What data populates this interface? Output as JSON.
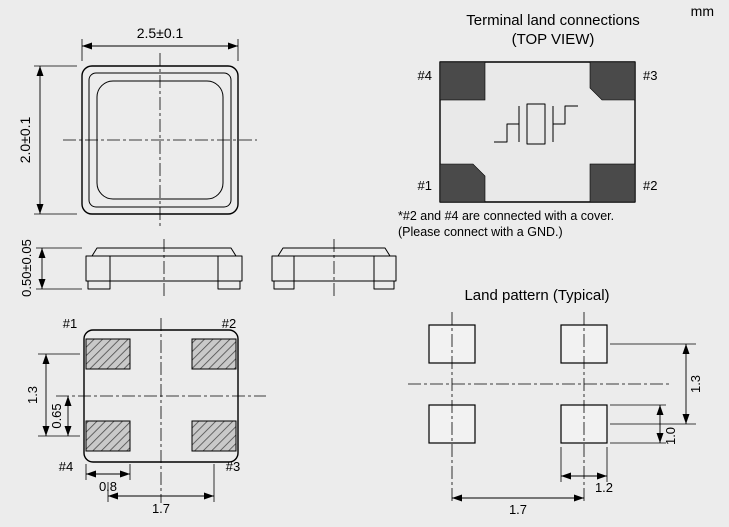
{
  "units_label": "mm",
  "colors": {
    "background": "#ececec",
    "terminal_pad": "#4a4a4a"
  },
  "top_view": {
    "width_dim": "2.5±0.1",
    "height_dim": "2.0±0.1"
  },
  "side_view": {
    "height_dim": "0.50±0.05"
  },
  "terminal_connections": {
    "title": "Terminal land connections",
    "subtitle": "(TOP VIEW)",
    "pad_top_left": "#4",
    "pad_top_right": "#3",
    "pad_bottom_left": "#1",
    "pad_bottom_right": "#2",
    "note_line1": "*#2 and #4 are connected with a cover.",
    "note_line2": "(Please connect with a GND.)"
  },
  "bottom_view": {
    "pad_top_left": "#1",
    "pad_top_right": "#2",
    "pad_bottom_left": "#4",
    "pad_bottom_right": "#3",
    "dim_row_pitch": "1.3",
    "dim_half_pitch": "0.65",
    "dim_pad_width": "0.8",
    "dim_col_pitch": "1.7"
  },
  "land_pattern": {
    "title": "Land pattern (Typical)",
    "dim_row_pitch": "1.3",
    "dim_pad_height": "1.0",
    "dim_pad_width": "1.2",
    "dim_col_pitch": "1.7"
  }
}
